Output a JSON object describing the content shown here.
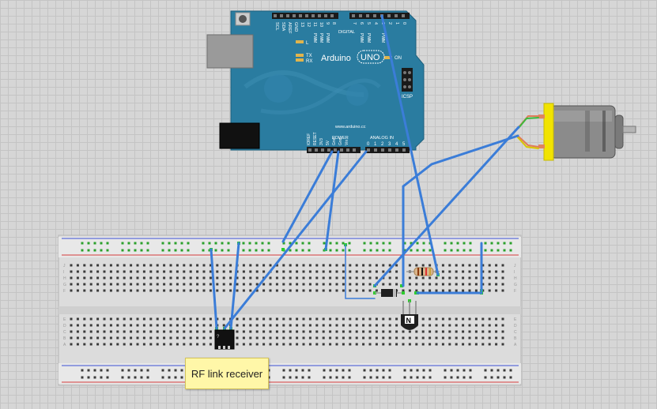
{
  "arduino": {
    "brand": "Arduino",
    "model": "UNO",
    "website": "www.arduino.cc",
    "digital_label": "DIGITAL",
    "analog_label": "ANALOG IN",
    "power_label": "POWER",
    "icsp_label": "ICSP",
    "on_label": "ON",
    "tx_label": "TX",
    "rx_label": "RX",
    "l_label": "L",
    "top_pins": [
      "SCL",
      "SDA",
      "AREF",
      "GND",
      "13",
      "12",
      "11",
      "10",
      "9",
      "8",
      "7",
      "6",
      "5",
      "4",
      "3",
      "2",
      "1",
      "0"
    ],
    "pwm_label": "PWM",
    "power_pins": [
      "IOREF",
      "RESET",
      "3V3",
      "5V",
      "Gnd",
      "Gnd",
      "Vin"
    ],
    "analog_pins": [
      "0",
      "1",
      "2",
      "3",
      "4",
      "5"
    ]
  },
  "parts": {
    "transistor_label": "N",
    "ic_label": "?"
  },
  "breadboard": {
    "row_letters": [
      "J",
      "I",
      "H",
      "G",
      "F",
      "E",
      "D",
      "C",
      "B",
      "A"
    ]
  },
  "note": {
    "text": "RF link receiver"
  },
  "colors": {
    "board": "#2a7ca0",
    "wire": "#3b7dd8",
    "rail_red": "#d33b3b",
    "rail_blue": "#3b4fd3",
    "motor_yellow": "#f1e300"
  }
}
